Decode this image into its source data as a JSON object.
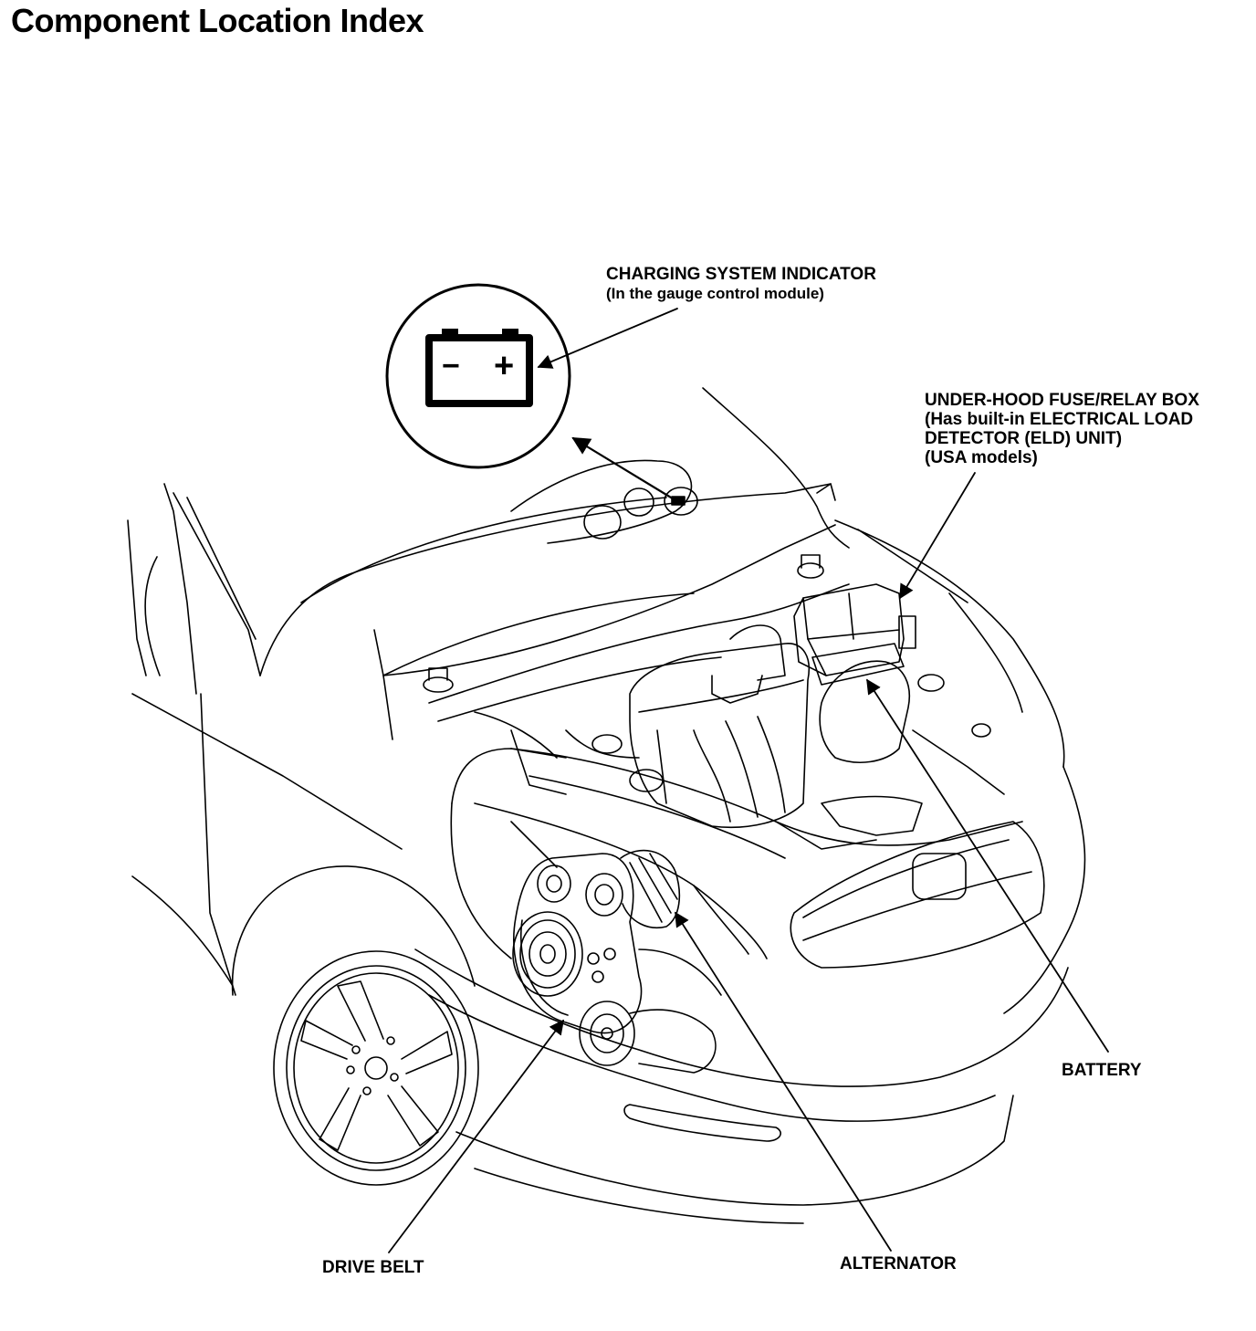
{
  "page": {
    "title": "Component Location Index"
  },
  "labels": {
    "charging_indicator": [
      "CHARGING SYSTEM INDICATOR",
      "(In the gauge control module)"
    ],
    "fuse_box": [
      "UNDER-HOOD FUSE/RELAY BOX",
      "(Has built-in ELECTRICAL LOAD",
      "DETECTOR (ELD) UNIT)",
      "(USA models)"
    ],
    "battery": "BATTERY",
    "drive_belt": "DRIVE BELT",
    "alternator": "ALTERNATOR"
  },
  "icon": {
    "minus": "−",
    "plus": "+"
  },
  "colors": {
    "ink": "#000000",
    "paper": "#ffffff"
  }
}
